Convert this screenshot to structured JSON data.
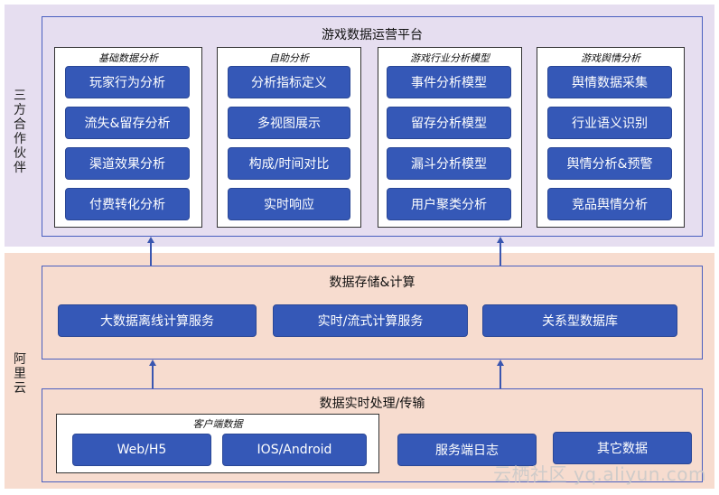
{
  "side_labels": {
    "top": "三方合作伙伴",
    "bottom": "阿里云"
  },
  "platform": {
    "title": "游戏数据运营平台",
    "groups": [
      {
        "title": "基础数据分析",
        "items": [
          "玩家行为分析",
          "流失&留存分析",
          "渠道效果分析",
          "付费转化分析"
        ]
      },
      {
        "title": "自助分析",
        "items": [
          "分析指标定义",
          "多视图展示",
          "构成/时间对比",
          "实时响应"
        ]
      },
      {
        "title": "游戏行业分析模型",
        "items": [
          "事件分析模型",
          "留存分析模型",
          "漏斗分析模型",
          "用户聚类分析"
        ]
      },
      {
        "title": "游戏舆情分析",
        "items": [
          "舆情数据采集",
          "行业语义识别",
          "舆情分析&预警",
          "竞品舆情分析"
        ]
      }
    ]
  },
  "storage": {
    "title": "数据存储&计算",
    "items": [
      "大数据离线计算服务",
      "实时/流式计算服务",
      "关系型数据库"
    ]
  },
  "processing": {
    "title": "数据实时处理/传输",
    "client": {
      "title": "客户端数据",
      "items": [
        "Web/H5",
        "IOS/Android"
      ]
    },
    "server_log": "服务端日志",
    "other": "其它数据"
  },
  "watermark": "云栖社区 yq.aliyun.com",
  "colors": {
    "top_band": "#e6def0",
    "bottom_band": "#f7dccf",
    "button": "#3558b7",
    "frame": "#4a5fc0"
  }
}
